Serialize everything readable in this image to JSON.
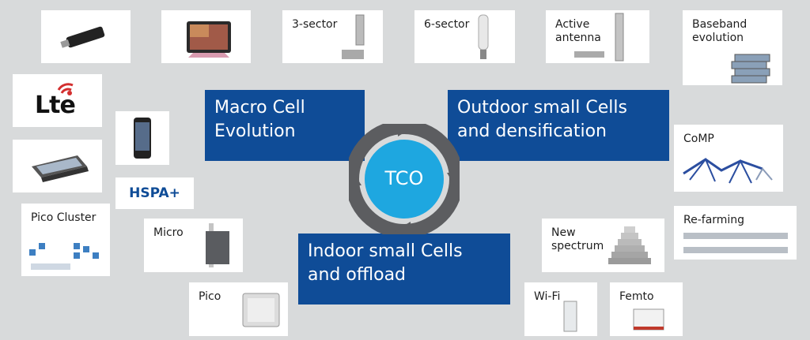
{
  "center": {
    "label": "TCO"
  },
  "quadrants": {
    "macro": "Macro Cell\nEvolution",
    "outdoor": "Outdoor small Cells\nand densification",
    "indoor": "Indoor small Cells\nand offload"
  },
  "devices": {
    "sector3": "3-sector",
    "sector6": "6-sector",
    "active_antenna": "Active\nantenna",
    "baseband": "Baseband\nevolution",
    "lte_logo": "Lte",
    "hspa": "HSPA+",
    "pico_cluster": "Pico Cluster",
    "micro": "Micro",
    "pico": "Pico",
    "comp": "CoMP",
    "refarming": "Re-farming",
    "new_spectrum": "New\nspectrum",
    "wifi": "Wi-Fi",
    "femto": "Femto"
  },
  "colors": {
    "background": "#d8dadb",
    "blue": "#0f4c97",
    "cycle_arrows": "#5c5d60",
    "center": "#1ea7e0"
  }
}
